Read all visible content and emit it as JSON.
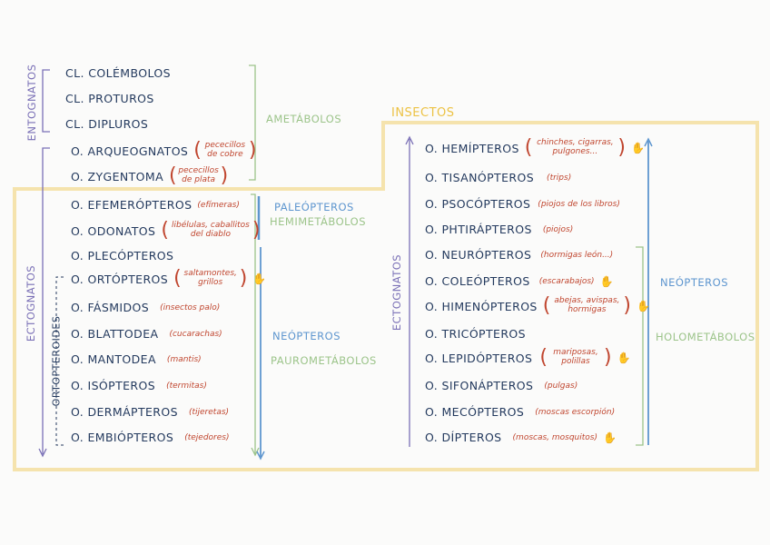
{
  "left_column": {
    "entognatos_label": "ENTOGNATOS",
    "ectognatos_label": "ECTOGNATOS",
    "ortopteroides_label": "ORTOPTEROIDES",
    "ametabolos_label": "AMETÁBOLOS",
    "paleopteros_label": "PALEÓPTEROS",
    "hemimetabolos_label": "HEMIMETÁBOLOS",
    "neopteros_label": "NEÓPTEROS",
    "paurometabolos_label": "PAUROMETÁBOLOS",
    "items": [
      {
        "name": "CL. COLÉMBOLOS",
        "note": ""
      },
      {
        "name": "CL. PROTUROS",
        "note": ""
      },
      {
        "name": "CL. DIPLUROS",
        "note": ""
      },
      {
        "name": "O. ARQUEOGNATOS",
        "note": "pececillos de cobre"
      },
      {
        "name": "O. ZYGENTOMA",
        "note": "pececillos de plata"
      },
      {
        "name": "O. EFEMERÓPTEROS",
        "note": "efímeras"
      },
      {
        "name": "O. ODONATOS",
        "note": "libélulas, caballitos del diablo"
      },
      {
        "name": "O. PLECÓPTEROS",
        "note": ""
      },
      {
        "name": "O. ORTÓPTEROS",
        "note": "saltamontes, grillos"
      },
      {
        "name": "O. FÁSMIDOS",
        "note": "insectos palo"
      },
      {
        "name": "O. BLATTODEA",
        "note": "cucarachas"
      },
      {
        "name": "O. MANTODEA",
        "note": "mantis"
      },
      {
        "name": "O. ISÓPTEROS",
        "note": "termitas"
      },
      {
        "name": "O. DERMÁPTEROS",
        "note": "tijeretas"
      },
      {
        "name": "O. EMBIÓPTEROS",
        "note": "tejedores"
      }
    ]
  },
  "right_column": {
    "insectos_label": "INSECTOS",
    "ectognatos_label": "ECTOGNATOS",
    "neopteros_label": "NEÓPTEROS",
    "holometabolos_label": "HOLOMETÁBOLOS",
    "items": [
      {
        "name": "O. HEMÍPTEROS",
        "note": "chinches, cigarras, pulgones..."
      },
      {
        "name": "O. TISANÓPTEROS",
        "note": "trips"
      },
      {
        "name": "O. PSOCÓPTEROS",
        "note": "piojos de los libros"
      },
      {
        "name": "O. PHTIRÁPTEROS",
        "note": "piojos"
      },
      {
        "name": "O. NEURÓPTEROS",
        "note": "hormigas león..."
      },
      {
        "name": "O. COLEÓPTEROS",
        "note": "escarabajos"
      },
      {
        "name": "O. HIMENÓPTEROS",
        "note": "abejas, avispas, hormigas"
      },
      {
        "name": "O. TRICÓPTEROS",
        "note": ""
      },
      {
        "name": "O. LEPIDÓPTEROS",
        "note": "mariposas, polillas"
      },
      {
        "name": "O. SIFONÁPTEROS",
        "note": "pulgas"
      },
      {
        "name": "O. MECÓPTEROS",
        "note": "moscas escorpión"
      },
      {
        "name": "O. DÍPTEROS",
        "note": "moscas, mosquitos"
      }
    ]
  },
  "icons": {
    "hand": "raised-hand-icon",
    "glyph": "✋"
  },
  "colors": {
    "yellow": "#f5e3ad",
    "green": "#9cc48a",
    "blue": "#5e96cf",
    "purple": "#7a70b6",
    "note": "#c0462f",
    "text": "#243a5e"
  }
}
